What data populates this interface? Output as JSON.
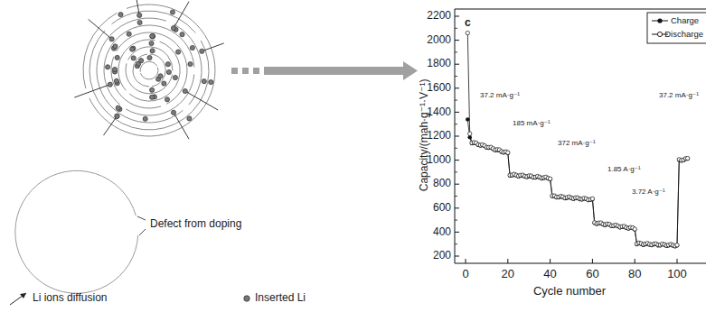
{
  "diagram": {
    "labels": [
      "c",
      "Capacity/(mah·g⁻¹·V⁻¹)",
      "2200",
      "2000",
      "1800",
      "1600",
      "1400",
      "1200",
      "1000",
      "800",
      "600",
      "400",
      "200",
      "0",
      "20",
      "40",
      "60",
      "80",
      "100",
      "Cycle number",
      "37.2 mA·g⁻¹",
      "185 mA·g⁻¹",
      "372 mA·g⁻¹",
      "1.85 A·g⁻¹",
      "3.72 A·g⁻¹",
      "37.2 mA·g⁻¹",
      "Defect from doping"
    ],
    "legend": [
      {
        "text": "Charge"
      },
      {
        "text": "Discharge"
      },
      {
        "text": "Li ions diffusion"
      },
      {
        "text": "Inserted Li"
      }
    ]
  }
}
